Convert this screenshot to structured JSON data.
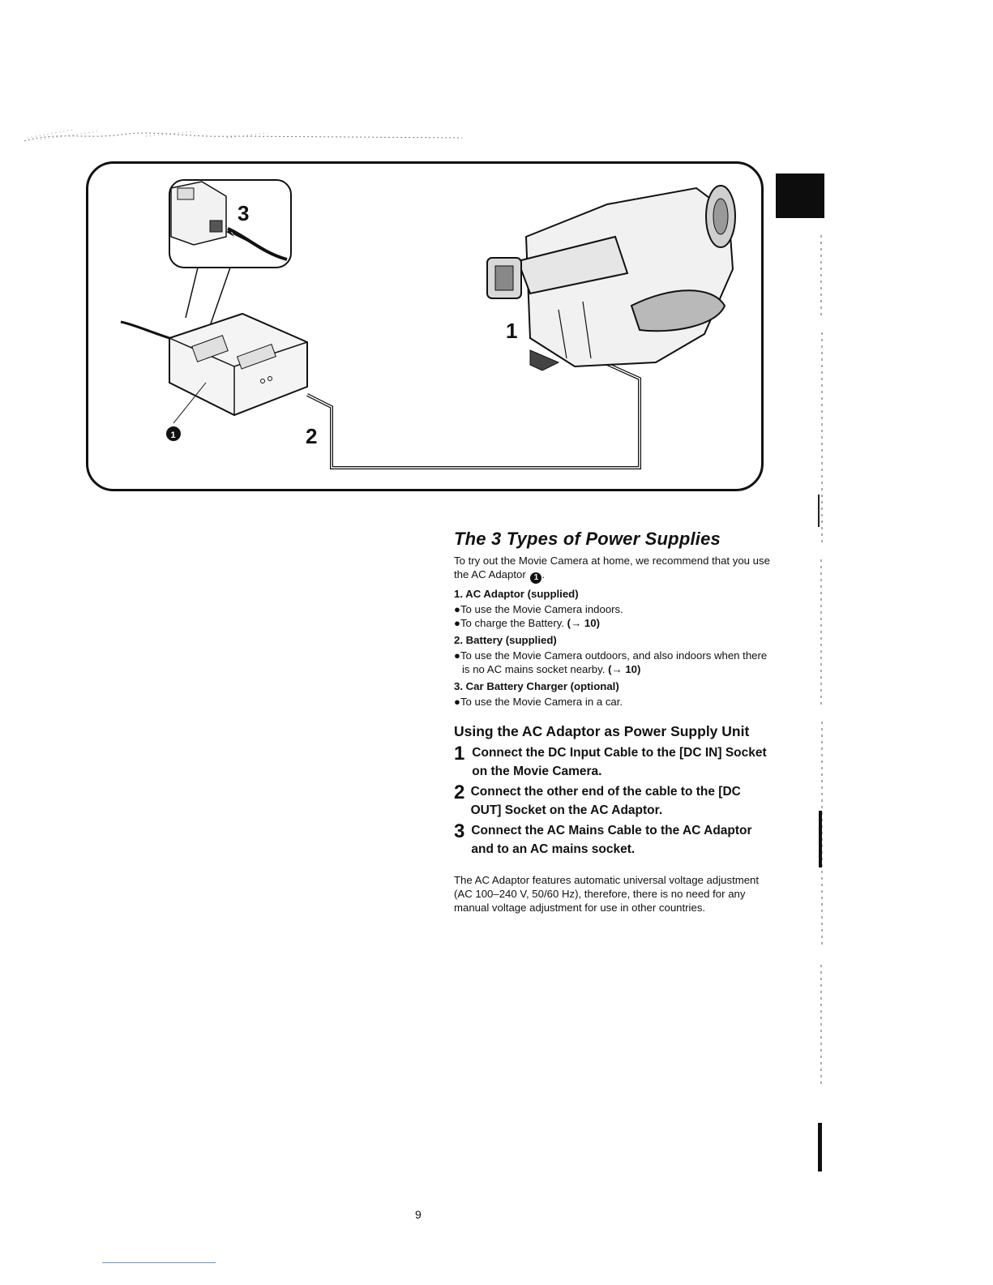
{
  "page_number": "9",
  "figure": {
    "callouts": {
      "one": "1",
      "two": "2",
      "three": "3",
      "circle_one": "1"
    }
  },
  "section": {
    "title": "The 3 Types of Power Supplies",
    "intro": "To try out the Movie Camera at home, we recommend that you use the AC Adaptor",
    "intro_ref": "1",
    "items": [
      {
        "head": "1.  AC Adaptor (supplied)",
        "bullets": [
          {
            "text": "●To use the Movie Camera indoors.",
            "ref": ""
          },
          {
            "text": "●To charge the Battery. ",
            "ref": "(→ 10)"
          }
        ]
      },
      {
        "head": "2.  Battery (supplied)",
        "bullets": [
          {
            "text": "●To use the Movie Camera outdoors, and also indoors when there is no AC mains socket nearby. ",
            "ref": "(→ 10)"
          }
        ]
      },
      {
        "head": "3.  Car Battery Charger (optional)",
        "bullets": [
          {
            "text": "●To use the Movie Camera in a car.",
            "ref": ""
          }
        ]
      }
    ]
  },
  "usage": {
    "title": "Using the AC Adaptor as Power Supply Unit",
    "steps": [
      {
        "num": "1",
        "text": "Connect the DC Input Cable to the [DC IN] Socket on the Movie Camera."
      },
      {
        "num": "2",
        "text": "Connect the other end of the cable to the [DC OUT] Socket on the AC Adaptor."
      },
      {
        "num": "3",
        "text": "Connect the AC Mains Cable to the AC Adaptor and to an AC mains socket."
      }
    ],
    "note": "The AC Adaptor features automatic universal voltage adjustment (AC 100–240 V, 50/60 Hz), therefore, there is no need for any manual voltage adjustment for use in other countries."
  }
}
